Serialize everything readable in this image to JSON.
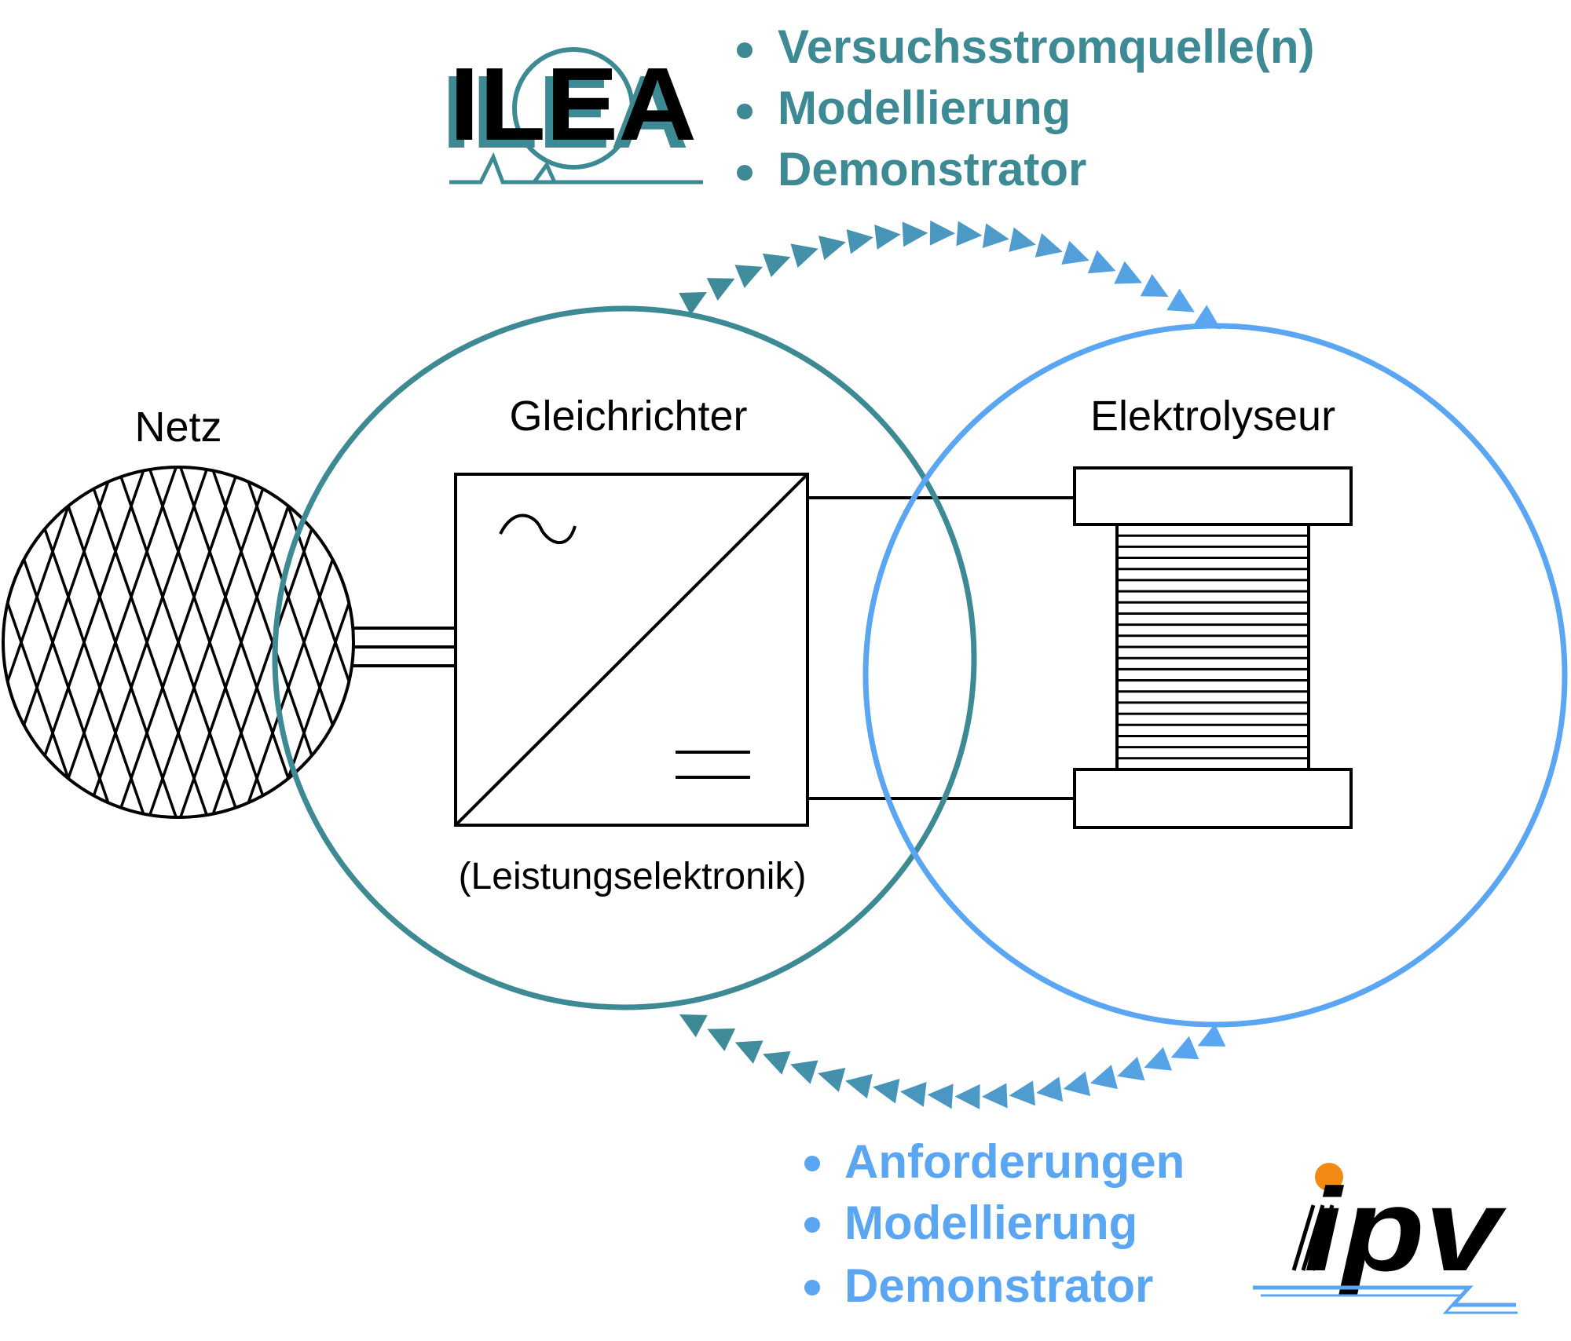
{
  "labels": {
    "netz": "Netz",
    "gleichrichter": "Gleichrichter",
    "leistungselektronik": "(Leistungselektronik)",
    "elektrolyseur": "Elektrolyseur"
  },
  "ilea": {
    "logo_text": "ILEA",
    "bullets": [
      "Versuchsstromquelle(n)",
      "Modellierung",
      "Demonstrator"
    ]
  },
  "ipv": {
    "logo_text": "ipv",
    "bullets": [
      "Anforderungen",
      "Modellierung",
      "Demonstrator"
    ]
  },
  "colors": {
    "ilea_teal": "#3d8a94",
    "ipv_blue": "#5aa6f2",
    "line": "#000000",
    "ipv_dot": "#f08a12"
  },
  "icons": {
    "ac_symbol": "tilde-icon",
    "dc_symbol": "double-line-icon",
    "grid": "mesh-grid-icon",
    "stack": "electrolyser-stack-icon"
  }
}
